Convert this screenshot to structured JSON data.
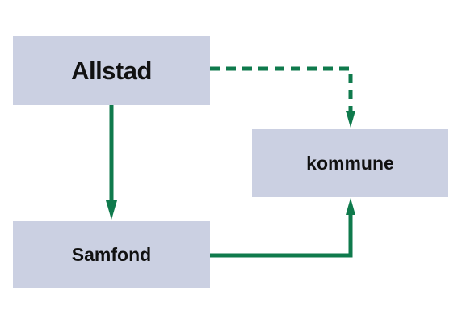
{
  "nodes": {
    "allstad": {
      "label": "Allstad"
    },
    "kommune": {
      "label": "kommune"
    },
    "samfond": {
      "label": "Samfond"
    }
  },
  "edges": [
    {
      "from": "allstad",
      "to": "samfond",
      "style": "solid"
    },
    {
      "from": "allstad",
      "to": "kommune",
      "style": "dashed"
    },
    {
      "from": "samfond",
      "to": "kommune",
      "style": "solid"
    }
  ],
  "colors": {
    "node_fill": "#cbd0e2",
    "connector": "#0f7a4c",
    "text": "#111111"
  }
}
